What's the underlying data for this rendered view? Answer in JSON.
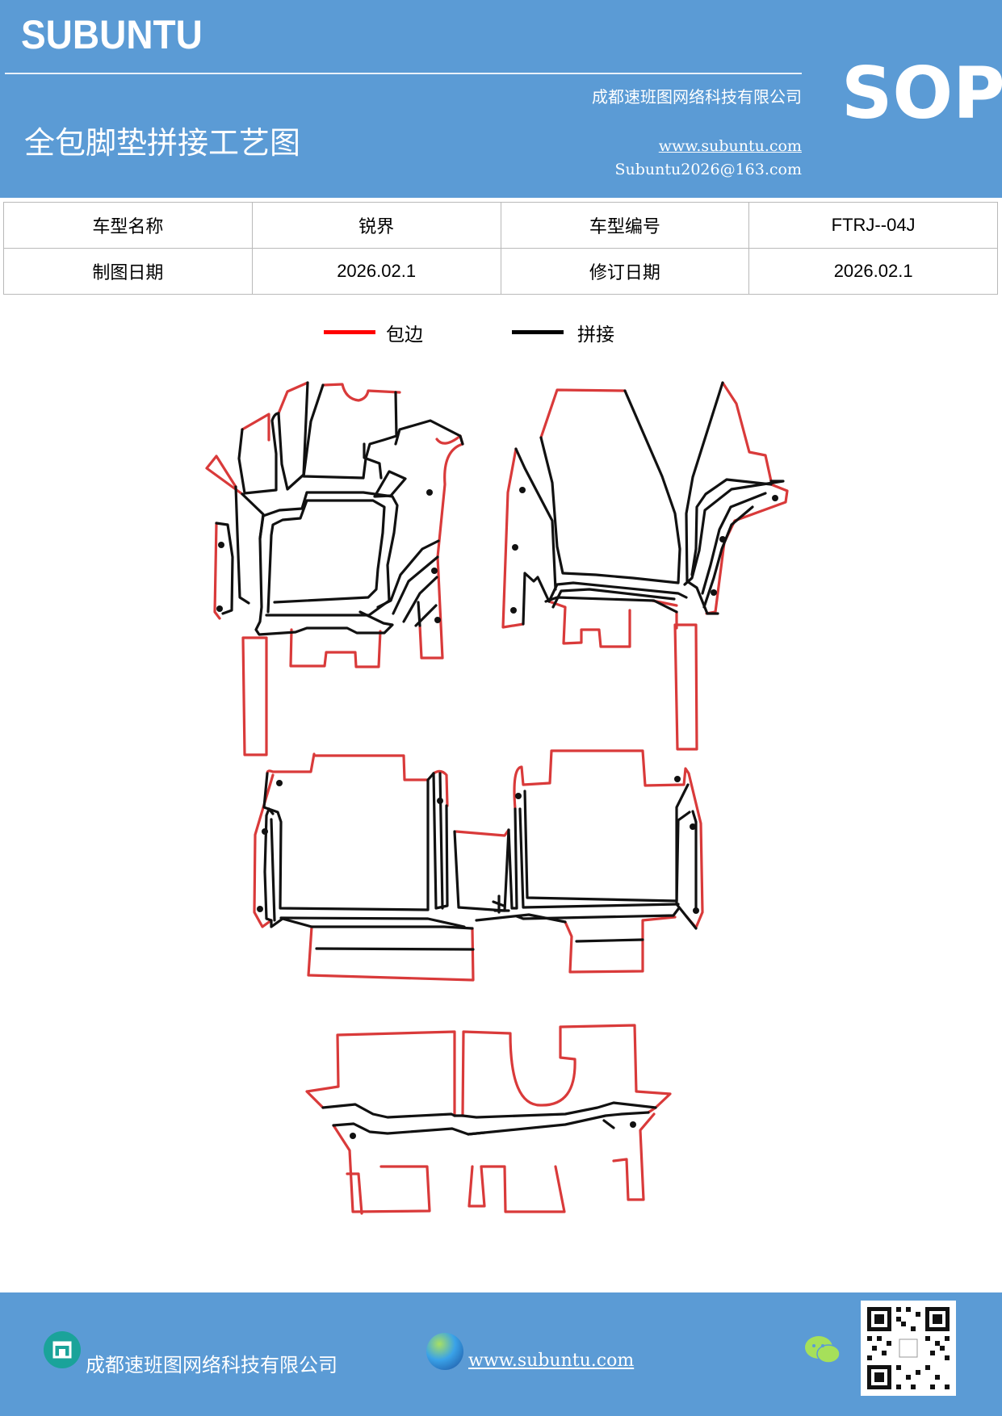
{
  "header": {
    "brand": "SUBUNTU",
    "company": "成都速班图网络科技有限公司",
    "title": "全包脚垫拼接工艺图",
    "url": "www.subuntu.com",
    "email": "Subuntu2026@163.com",
    "sop": "SOP"
  },
  "info": {
    "model_name_label": "车型名称",
    "model_name": "锐界",
    "model_code_label": "车型编号",
    "model_code": "FTRJ--04J",
    "draw_date_label": "制图日期",
    "draw_date": "2026.02.1",
    "rev_date_label": "修订日期",
    "rev_date": "2026.02.1"
  },
  "legend": {
    "edge_label": "包边",
    "edge_color": "#ff0000",
    "splice_label": "拼接",
    "splice_color": "#000000"
  },
  "footer": {
    "company": "成都速班图网络科技有限公司",
    "url": "www.subuntu.com",
    "icons": [
      "building-icon",
      "globe-icon",
      "wechat-icon",
      "qr-code"
    ]
  },
  "colors": {
    "header_bg": "#5b9bd5",
    "edge": "#d93a3a",
    "splice": "#111111"
  }
}
